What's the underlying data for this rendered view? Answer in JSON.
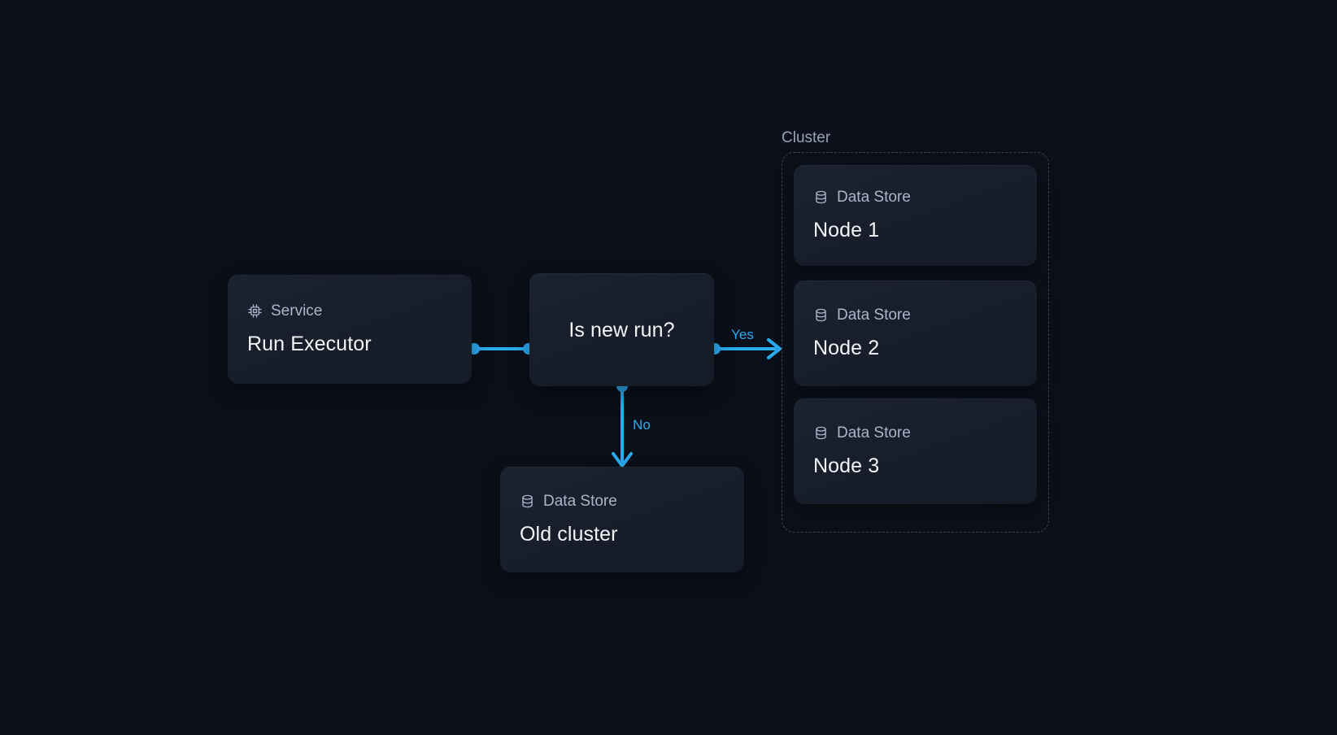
{
  "theme": {
    "background": "#0b0f1a",
    "card_background": "#1a2130",
    "accent": "#2cabf0",
    "group_border": "#3a4455",
    "title_text": "#f2f5f9",
    "kind_text": "#a9b6c9"
  },
  "group": {
    "label": "Cluster",
    "name": "cluster-group"
  },
  "nodes": {
    "service": {
      "kind": "Service",
      "title": "Run Executor",
      "icon": "cpu-chip-icon"
    },
    "decision": {
      "title": "Is new run?"
    },
    "node1": {
      "kind": "Data Store",
      "title": "Node 1",
      "icon": "database-icon"
    },
    "node2": {
      "kind": "Data Store",
      "title": "Node 2",
      "icon": "database-icon"
    },
    "node3": {
      "kind": "Data Store",
      "title": "Node 3",
      "icon": "database-icon"
    },
    "old_cluster": {
      "kind": "Data Store",
      "title": "Old cluster",
      "icon": "database-icon"
    }
  },
  "edges": {
    "service_to_decision": {
      "label": ""
    },
    "yes": {
      "label": "Yes"
    },
    "no": {
      "label": "No"
    }
  }
}
